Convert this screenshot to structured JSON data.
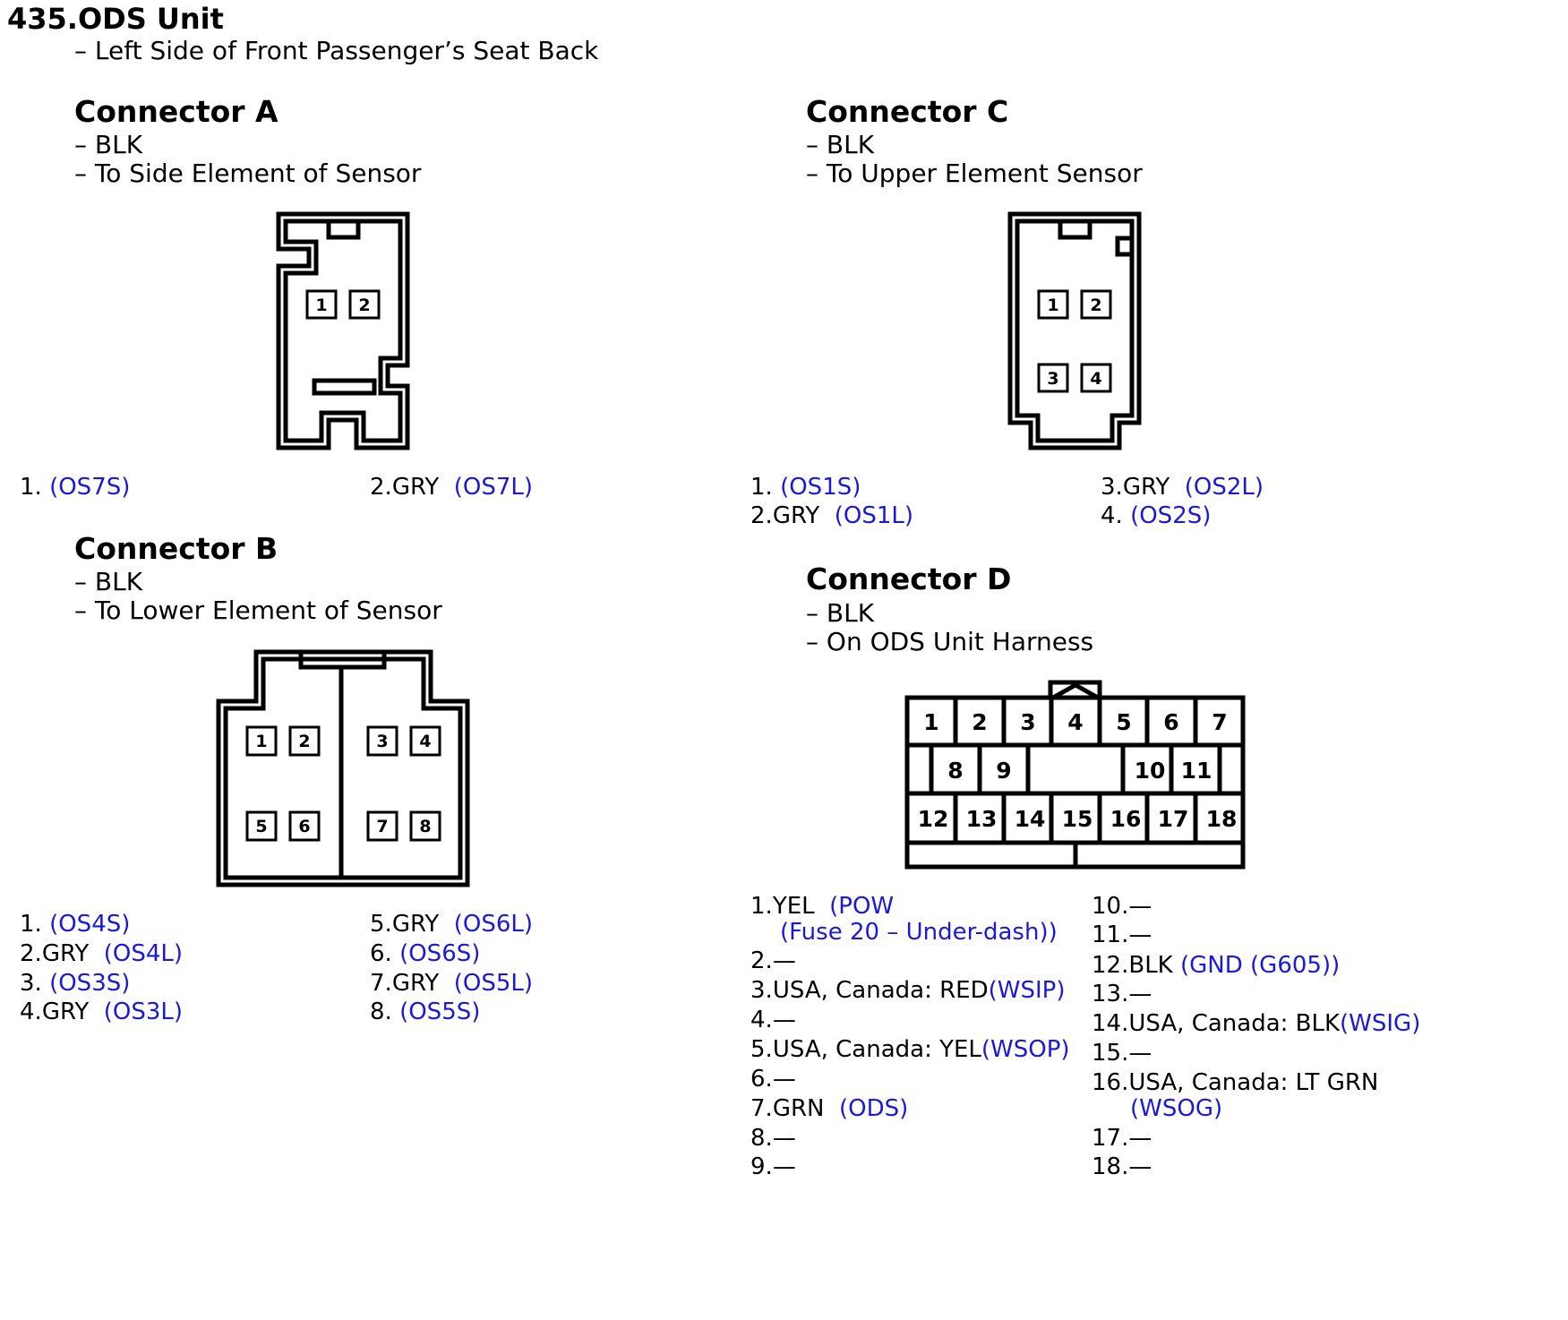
{
  "page": {
    "title": "435.ODS Unit",
    "location": "– Left Side of Front Passenger’s Seat Back"
  },
  "connectors": {
    "a": {
      "name": "Connector A",
      "color": "– BLK",
      "desc": "– To Side Element of Sensor",
      "face_labels": [
        "1",
        "2"
      ],
      "pins": [
        {
          "num": "1. ",
          "wire": "",
          "circuit": "(OS7S)"
        },
        {
          "num": "2.",
          "wire": "GRY",
          "circuit": "(OS7L)"
        }
      ]
    },
    "b": {
      "name": "Connector B",
      "color": "– BLK",
      "desc": "– To Lower Element of Sensor",
      "face_labels": [
        "1",
        "2",
        "3",
        "4",
        "5",
        "6",
        "7",
        "8"
      ],
      "pins": [
        {
          "num": "1. ",
          "wire": "",
          "circuit": "(OS4S)"
        },
        {
          "num": "2.",
          "wire": "GRY",
          "circuit": "(OS4L)"
        },
        {
          "num": "3. ",
          "wire": "",
          "circuit": "(OS3S)"
        },
        {
          "num": "4.",
          "wire": "GRY",
          "circuit": "(OS3L)"
        },
        {
          "num": "5.",
          "wire": "GRY",
          "circuit": "(OS6L)"
        },
        {
          "num": "6. ",
          "wire": "",
          "circuit": "(OS6S)"
        },
        {
          "num": "7.",
          "wire": "GRY",
          "circuit": "(OS5L)"
        },
        {
          "num": "8. ",
          "wire": "",
          "circuit": "(OS5S)"
        }
      ]
    },
    "c": {
      "name": "Connector C",
      "color": "– BLK",
      "desc": "– To Upper Element Sensor",
      "face_labels": [
        "1",
        "2",
        "3",
        "4"
      ],
      "pins": [
        {
          "num": "1. ",
          "wire": "",
          "circuit": "(OS1S)"
        },
        {
          "num": "2.",
          "wire": "GRY",
          "circuit": "(OS1L)"
        },
        {
          "num": "3.",
          "wire": "GRY",
          "circuit": "(OS2L)"
        },
        {
          "num": "4. ",
          "wire": "",
          "circuit": "(OS2S)"
        }
      ]
    },
    "d": {
      "name": "Connector D",
      "color": "– BLK",
      "desc": "– On ODS Unit Harness",
      "face_labels": [
        "1",
        "2",
        "3",
        "4",
        "5",
        "6",
        "7",
        "8",
        "9",
        "10",
        "11",
        "12",
        "13",
        "14",
        "15",
        "16",
        "17",
        "18"
      ],
      "pins": [
        {
          "num": "1.",
          "wire": "YEL",
          "circuit": "(POW",
          "circuit2": "(Fuse 20 – Under-dash))"
        },
        {
          "num": "2.",
          "wire": "—",
          "circuit": ""
        },
        {
          "num": "3.",
          "wire": "USA, Canada: RED",
          "circuit": "(WSIP)"
        },
        {
          "num": "4.",
          "wire": "—",
          "circuit": ""
        },
        {
          "num": "5.",
          "wire": "USA, Canada: YEL",
          "circuit": "(WSOP)"
        },
        {
          "num": "6.",
          "wire": "—",
          "circuit": ""
        },
        {
          "num": "7.",
          "wire": "GRN",
          "circuit": "(ODS)"
        },
        {
          "num": "8.",
          "wire": "—",
          "circuit": ""
        },
        {
          "num": "9.",
          "wire": "—",
          "circuit": ""
        },
        {
          "num": "10.",
          "wire": "—",
          "circuit": ""
        },
        {
          "num": "11.",
          "wire": "—",
          "circuit": ""
        },
        {
          "num": "12.",
          "wire": "BLK",
          "circuit": "(GND (G605))"
        },
        {
          "num": "13.",
          "wire": "—",
          "circuit": ""
        },
        {
          "num": "14.",
          "wire": "USA, Canada: BLK",
          "circuit": "(WSIG)"
        },
        {
          "num": "15.",
          "wire": "—",
          "circuit": ""
        },
        {
          "num": "16.",
          "wire": "USA, Canada: LT GRN",
          "circuit": "(WSOG)"
        },
        {
          "num": "17.",
          "wire": "—",
          "circuit": ""
        },
        {
          "num": "18.",
          "wire": "—",
          "circuit": ""
        }
      ]
    }
  }
}
